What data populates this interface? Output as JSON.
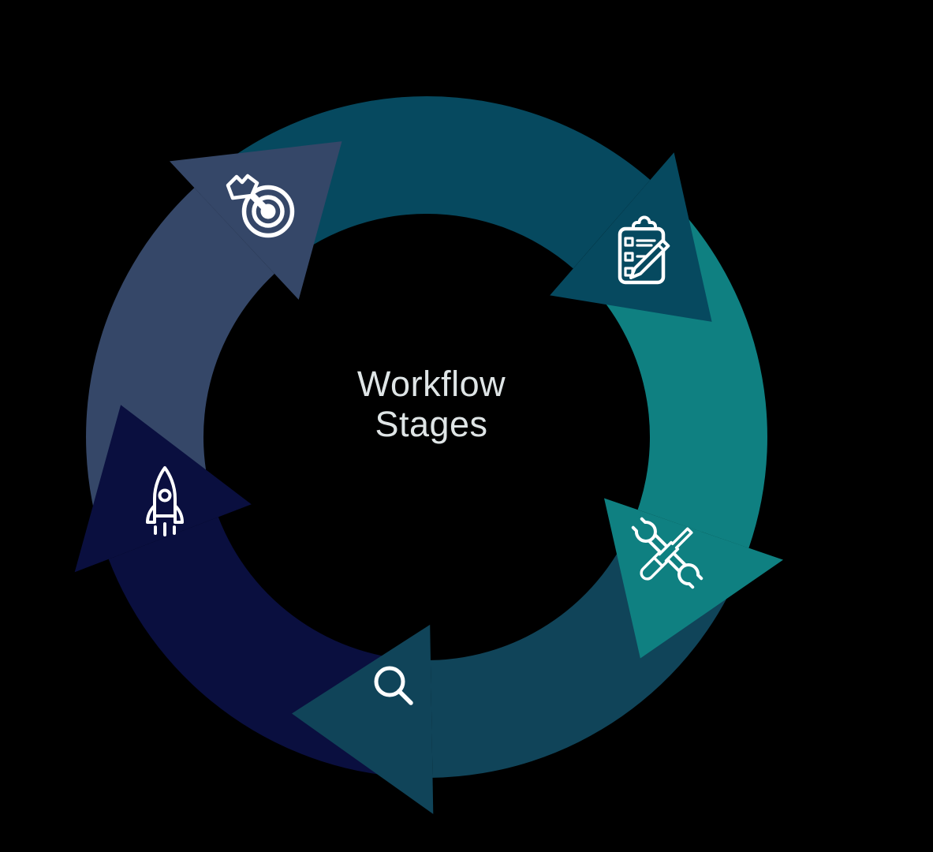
{
  "background": "#000000",
  "title": {
    "line1": "Workflow",
    "line2": "Stages",
    "color": "#DFE5E6"
  },
  "diagram": {
    "type": "circular-cycle",
    "direction": "clockwise",
    "segment_count": 5,
    "icon_color": "#FFFFFF",
    "stages": [
      {
        "id": "target",
        "icon": "target-icon",
        "color": "#354768"
      },
      {
        "id": "clipboard",
        "icon": "clipboard-checklist-icon",
        "color": "#06495F"
      },
      {
        "id": "tools",
        "icon": "tools-icon",
        "color": "#0F8081"
      },
      {
        "id": "search",
        "icon": "search-icon",
        "color": "#104459"
      },
      {
        "id": "rocket",
        "icon": "rocket-icon",
        "color": "#0A0F3F"
      }
    ]
  }
}
